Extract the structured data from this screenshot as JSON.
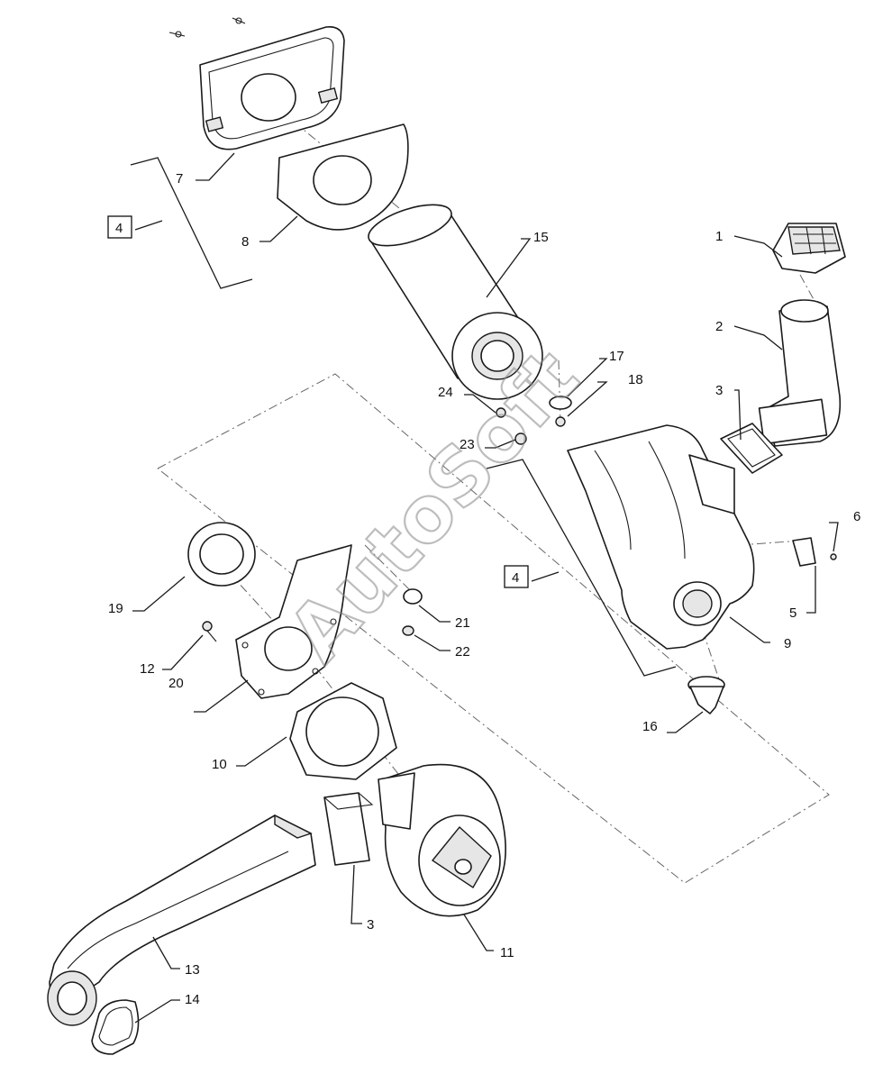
{
  "watermark": "AutoSoft",
  "reference_box_label": "4",
  "callouts": {
    "c1": "1",
    "c2": "2",
    "c3a": "3",
    "c3b": "3",
    "c5": "5",
    "c6": "6",
    "c7": "7",
    "c8": "8",
    "c9": "9",
    "c10": "10",
    "c11": "11",
    "c12": "12",
    "c13": "13",
    "c14": "14",
    "c15": "15",
    "c16": "16",
    "c17": "17",
    "c18": "18",
    "c19": "19",
    "c20": "20",
    "c21": "21",
    "c22": "22",
    "c23": "23",
    "c24": "24"
  },
  "ref_boxes": {
    "left": "4",
    "right": "4"
  }
}
